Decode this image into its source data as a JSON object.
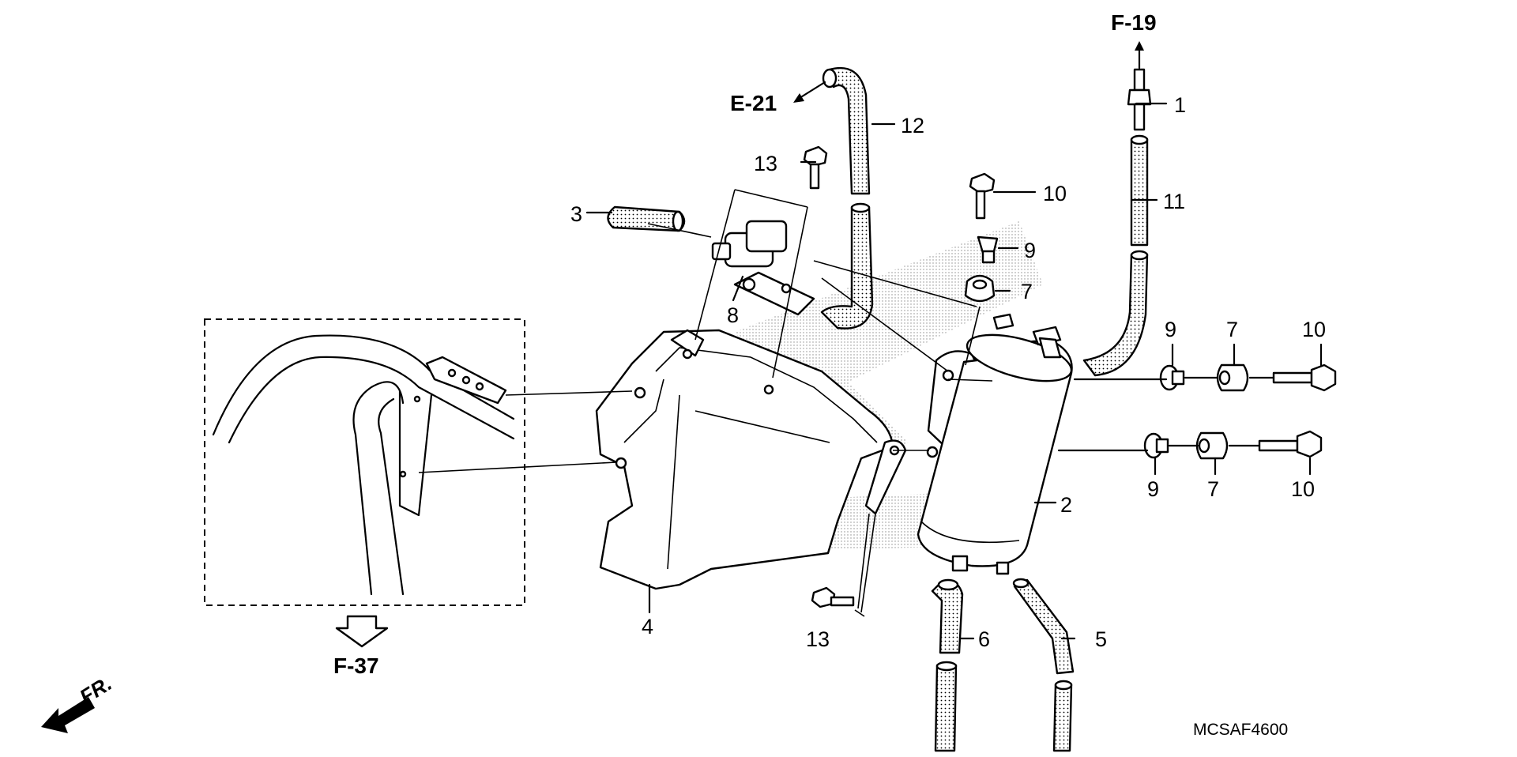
{
  "diagram": {
    "part_labels": [
      "1",
      "2",
      "3",
      "4",
      "5",
      "6",
      "7",
      "8",
      "9",
      "10",
      "11",
      "12",
      "13"
    ],
    "labels": {
      "p1": "1",
      "p2": "2",
      "p3": "3",
      "p4": "4",
      "p5": "5",
      "p6": "6",
      "p7_top": "7",
      "p7_right_top": "7",
      "p7_right_bottom": "7",
      "p8": "8",
      "p9_top": "9",
      "p9_right_top": "9",
      "p9_right_bottom": "9",
      "p10_top": "10",
      "p10_right_top": "10",
      "p10_right_bottom": "10",
      "p11": "11",
      "p12": "12",
      "p13_top": "13",
      "p13_bottom": "13"
    },
    "references": {
      "f19": "F-19",
      "e21": "E-21",
      "f37": "F-37"
    },
    "direction": "FR.",
    "diagram_code": "MCSAF4600"
  }
}
